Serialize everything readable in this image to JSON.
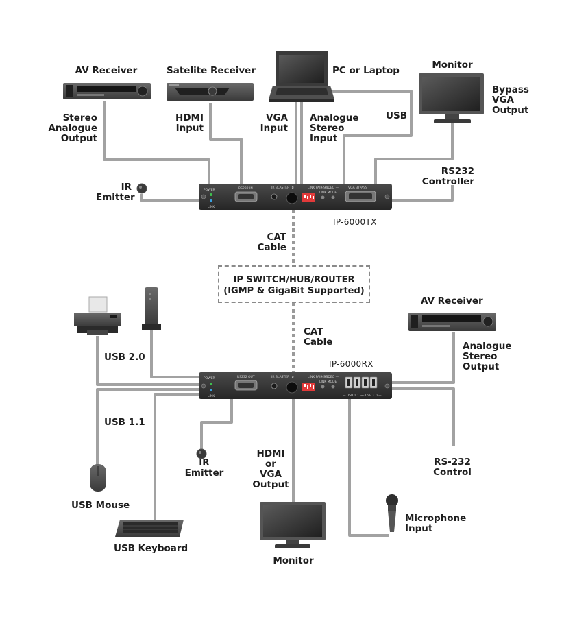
{
  "devices": {
    "av_receiver_top": "AV Receiver",
    "satellite_receiver": "Satelite Receiver",
    "pc_laptop": "PC or Laptop",
    "monitor_top": "Monitor",
    "av_receiver_bottom": "AV Receiver",
    "usb_mouse": "USB Mouse",
    "usb_keyboard": "USB Keyboard",
    "monitor_bottom": "Monitor"
  },
  "connections": {
    "stereo_analogue_output": "Stereo\nAnalogue\nOutput",
    "hdmi_input": "HDMI\nInput",
    "vga_input": "VGA\nInput",
    "analogue_stereo_input": "Analogue\nStereo\nInput",
    "usb": "USB",
    "bypass_vga_output": "Bypass\nVGA\nOutput",
    "rs232_controller": "RS232\nController",
    "ir_emitter_top": "IR\nEmitter",
    "cat_cable_top": "CAT\nCable",
    "cat_cable_bottom": "CAT\nCable",
    "analogue_stereo_output": "Analogue\nStereo\nOutput",
    "usb_2_0": "USB 2.0",
    "usb_1_1": "USB 1.1",
    "ir_emitter_bottom": "IR\nEmitter",
    "hdmi_or_vga_output": "HDMI\nor\nVGA\nOutput",
    "rs232_control": "RS-232\nControl",
    "microphone_input": "Microphone\nInput"
  },
  "switch": {
    "line1": "IP SWITCH/HUB/ROUTER",
    "line2": "(IGMP & GigaBit Supported)"
  },
  "units": {
    "tx": {
      "model": "IP-6000TX",
      "power": "POWER",
      "link": "LINK",
      "rs232_in": "RS232 IN",
      "ir_blaster": "IR\nBLASTER",
      "ir": "IR",
      "link_pair_sel": "LINK PAIR\nSEL",
      "video": "— VIDEO —",
      "link_mode": "LINK   MODE",
      "vga_bypass": "VGA BYPASS"
    },
    "rx": {
      "model": "IP-6000RX",
      "power": "POWER",
      "link": "LINK",
      "rs232_out": "RS232 OUT",
      "ir_blaster": "IR\nBLASTER",
      "ir": "IR",
      "link_pair_sel": "LINK PAIR\nSEL",
      "video": "— VIDEO —",
      "link_mode": "LINK   MODE",
      "usb11": "— USB 1.1 —",
      "usb20": "— USB 2.0 —"
    }
  },
  "colors": {
    "cable": "#a2a2a2",
    "device_dark": "#3a3a3a",
    "device_body": "#2c2c2c",
    "label": "#1e1e1e",
    "switch_border": "#8a8a8a",
    "led_green": "#3fbf4f",
    "led_blue": "#3aa0e0",
    "dip_red": "#e23a3a"
  }
}
